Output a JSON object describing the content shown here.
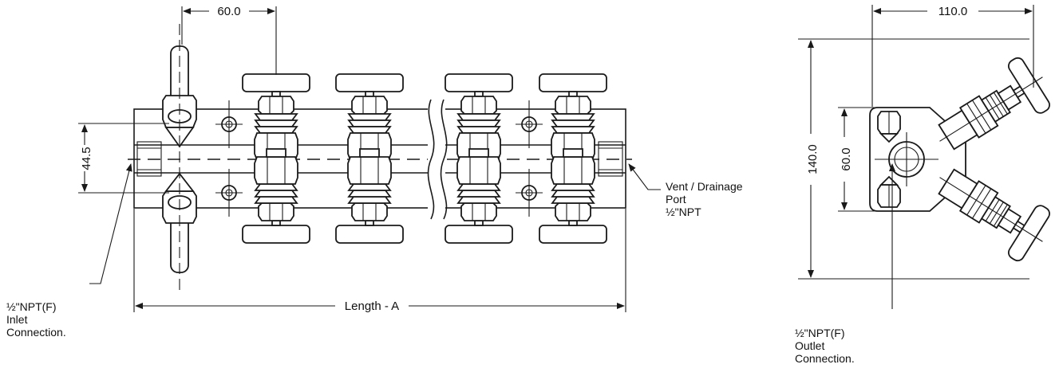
{
  "front_view": {
    "dim_top": "60.0",
    "dim_height": "44.5",
    "dim_length": "Length - A",
    "vent_label": [
      "Vent / Drainage",
      "Port",
      "½\"NPT"
    ],
    "inlet_label": [
      "½\"NPT(F)",
      "Inlet",
      "Connection."
    ]
  },
  "side_view": {
    "dim_top": "110.0",
    "dim_height_outer": "140.0",
    "dim_height_inner": "60.0",
    "outlet_label": [
      "½\"NPT(F)",
      "Outlet",
      "Connection."
    ]
  }
}
